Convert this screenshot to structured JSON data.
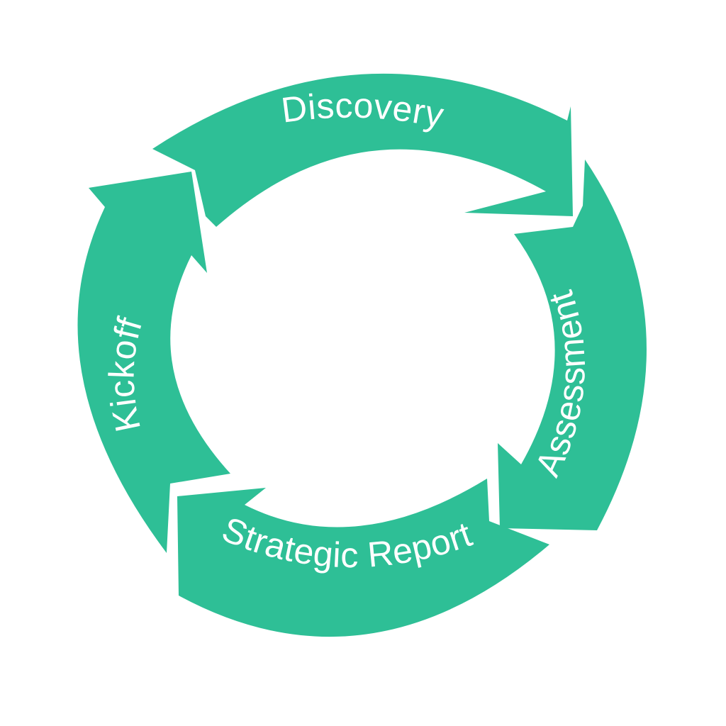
{
  "colors": {
    "background": "#ffffff",
    "arrow": "#2ebf96",
    "label": "#ffffff"
  },
  "cycle": {
    "direction": "clockwise",
    "stages": [
      {
        "label": "Discovery"
      },
      {
        "label": "Assessment"
      },
      {
        "label": "Strategic Report"
      },
      {
        "label": "Kickoff"
      }
    ]
  }
}
